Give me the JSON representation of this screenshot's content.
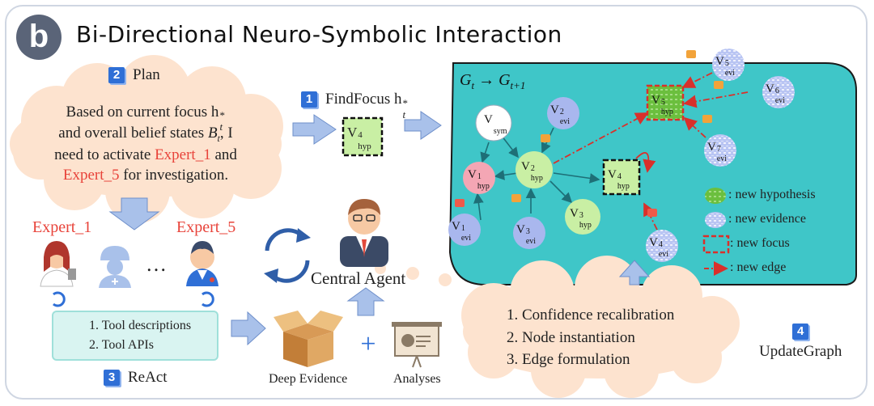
{
  "panel_letter": "b",
  "title": "Bi-Directional Neuro-Symbolic Interaction",
  "steps": {
    "plan": {
      "num": "2",
      "label": "Plan"
    },
    "findfocus": {
      "num": "1",
      "label": "FindFocus h",
      "sup": "*",
      "sub": "t"
    },
    "react": {
      "num": "3",
      "label": "ReAct"
    },
    "update": {
      "num": "4",
      "label": "UpdateGraph"
    }
  },
  "plan_thought": {
    "line1": "Based on current focus h",
    "line1_sup": "*",
    "line1_sub": "t",
    "line2a": "and overall belief states ",
    "line2_var": "B",
    "line2_sub": "t",
    "line2b": ", I",
    "line3a": "need to activate ",
    "expert_a": "Expert_1",
    "line3b": " and",
    "expert_b": "Expert_5",
    "line4b": " for investigation."
  },
  "experts": {
    "left": "Expert_1",
    "right": "Expert_5",
    "ellipsis": "…"
  },
  "tools": [
    "1. Tool descriptions",
    "2. Tool APIs"
  ],
  "central_agent": "Central Agent",
  "deep_evidence": "Deep Evidence",
  "plus": "+",
  "analyses": "Analyses",
  "update_thought": [
    "1. Confidence recalibration",
    "2. Node instantiation",
    "3. Edge formulation"
  ],
  "graph": {
    "label_left": "G",
    "label_left_sub": "t",
    "arrow": "→",
    "label_right": "G",
    "label_right_sub": "t+1",
    "nodes": {
      "sym": {
        "base": "V",
        "sub": "sym",
        "sup": ""
      },
      "hyp1": {
        "base": "V",
        "sub": "hyp",
        "sup": "1"
      },
      "hyp2": {
        "base": "V",
        "sub": "hyp",
        "sup": "2"
      },
      "hyp3": {
        "base": "V",
        "sub": "hyp",
        "sup": "3"
      },
      "hyp4": {
        "base": "V",
        "sub": "hyp",
        "sup": "4"
      },
      "hyp5": {
        "base": "V",
        "sub": "hyp",
        "sup": "5"
      },
      "evi1": {
        "base": "V",
        "sub": "evi",
        "sup": "1"
      },
      "evi2": {
        "base": "V",
        "sub": "evi",
        "sup": "2"
      },
      "evi3": {
        "base": "V",
        "sub": "evi",
        "sup": "3"
      },
      "evi4": {
        "base": "V",
        "sub": "evi",
        "sup": "4"
      },
      "evi5": {
        "base": "V",
        "sub": "evi",
        "sup": "5"
      },
      "evi6": {
        "base": "V",
        "sub": "evi",
        "sup": "6"
      },
      "evi7": {
        "base": "V",
        "sub": "evi",
        "sup": "7"
      }
    },
    "legend": [
      ": new hypothesis",
      ": new evidence",
      ": new focus",
      ": new edge"
    ]
  },
  "focus_node": {
    "base": "V",
    "sub": "hyp",
    "sup": "4"
  },
  "colors": {
    "panel": "#3fc6c8",
    "cloud": "#fde3cf",
    "arrow": "#a9c1ea",
    "expert_red": "#e8433a",
    "evidence": "#a9b7ee",
    "hypothesis": "#c9efa4",
    "hyp1": "#f4a6b4",
    "edge_red": "#d9302b"
  },
  "icons": [
    "recycle-icon",
    "tools-icon",
    "box-icon",
    "chart-board-icon",
    "thumbs-up-icon",
    "thumbs-down-icon",
    "expert-avatar-icon",
    "agent-avatar-icon"
  ]
}
